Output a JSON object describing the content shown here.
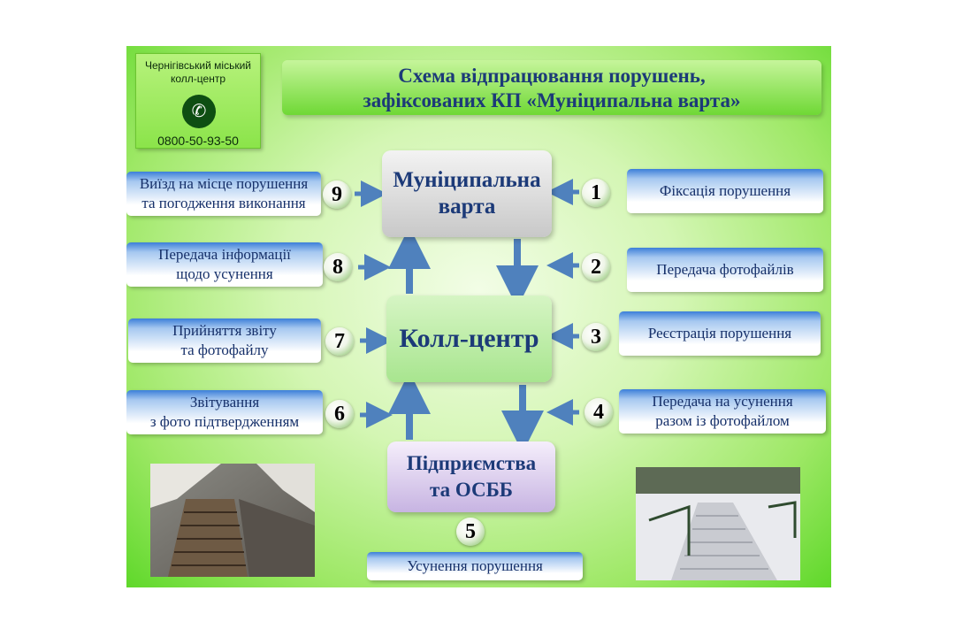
{
  "callcenter": {
    "name_line1": "Чернігівський міський",
    "name_line2": "колл-центр",
    "phone": "0800-50-93-50"
  },
  "title": {
    "line1": "Схема відпрацювання порушень,",
    "line2": "зафіксованих КП «Муніципальна варта»"
  },
  "centers": {
    "varta_line1": "Муніципальна",
    "varta_line2": "варта",
    "callcenter": "Колл-центр",
    "pidp_line1": "Підприємства",
    "pidp_line2": "та ОСББ"
  },
  "steps": [
    {
      "num": "1",
      "line1": "Фіксація порушення",
      "line2": ""
    },
    {
      "num": "2",
      "line1": "Передача фотофайлів",
      "line2": ""
    },
    {
      "num": "3",
      "line1": "Реєстрація порушення",
      "line2": ""
    },
    {
      "num": "4",
      "line1": "Передача на усунення",
      "line2": "разом із фотофайлом"
    },
    {
      "num": "5",
      "line1": "Усунення порушення",
      "line2": ""
    },
    {
      "num": "6",
      "line1": "Звітування",
      "line2": "з фото підтвердженням"
    },
    {
      "num": "7",
      "line1": "Прийняття звіту",
      "line2": "та фотофайлу"
    },
    {
      "num": "8",
      "line1": "Передача інформації",
      "line2": "щодо усунення"
    },
    {
      "num": "9",
      "line1": "Виїзд на місце порушення",
      "line2": "та погодження виконання"
    }
  ],
  "colors": {
    "title_text": "#1c3a78",
    "arrow": "#4f81bd",
    "slide_green": "#5fd82a"
  },
  "icons": {
    "phone": "phone-icon"
  }
}
